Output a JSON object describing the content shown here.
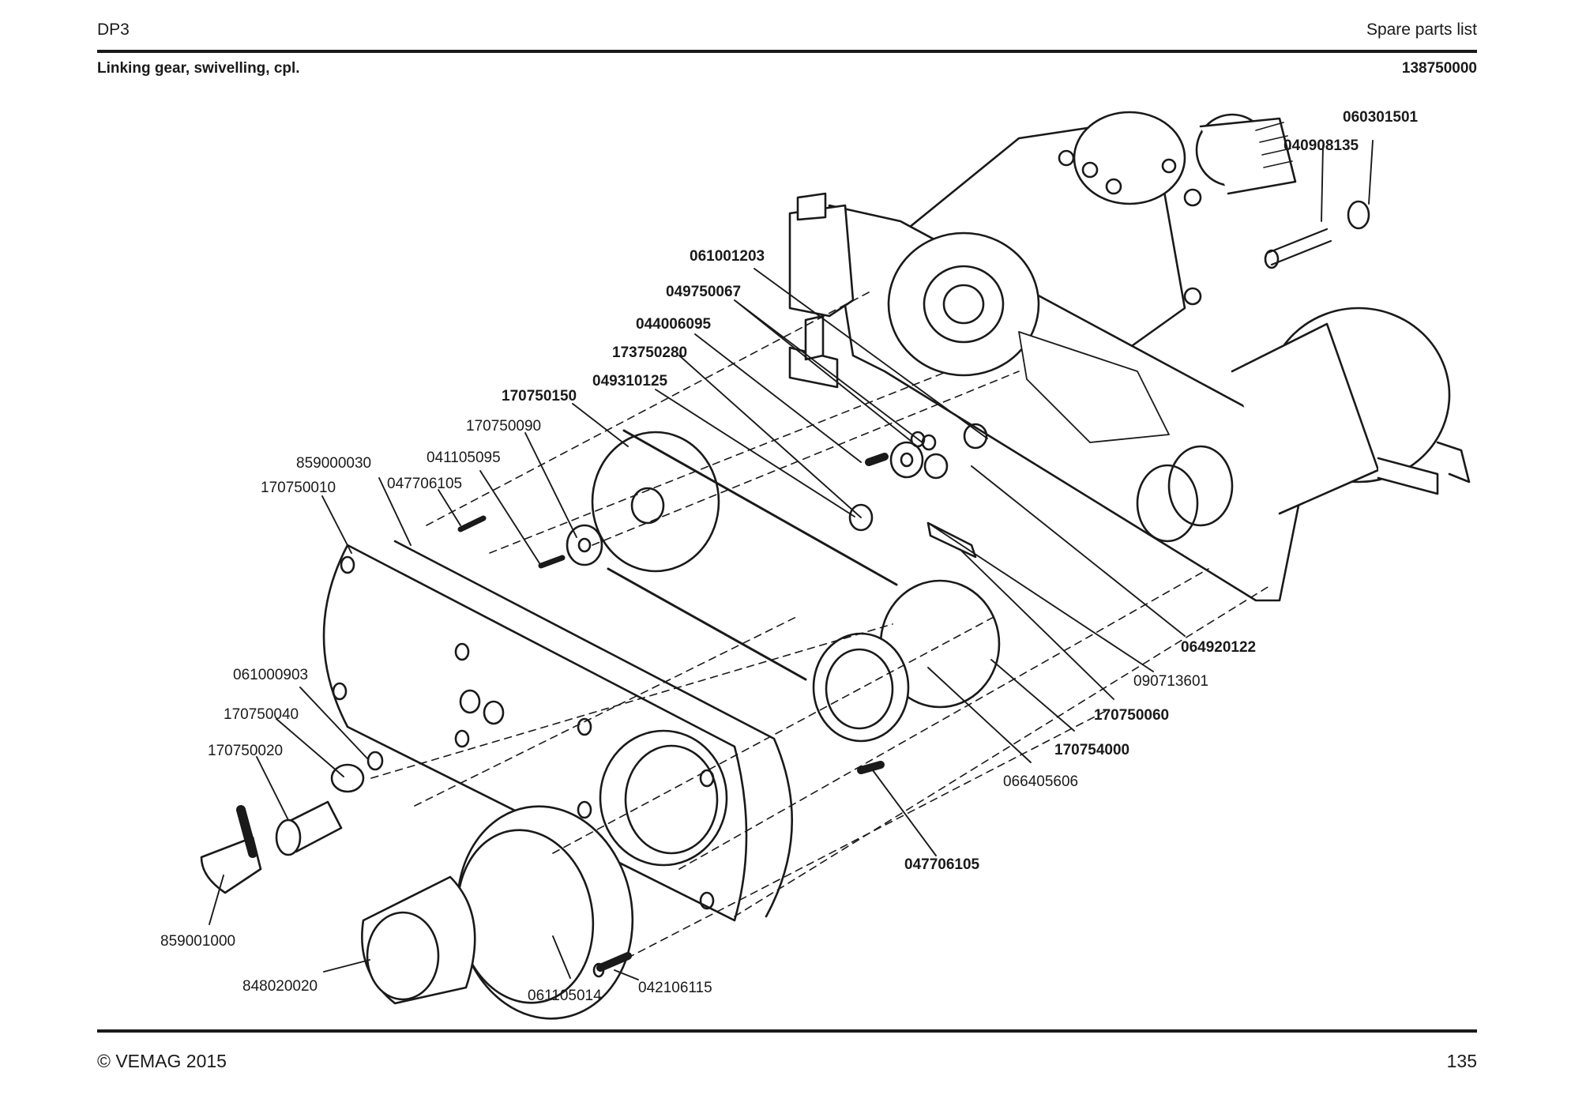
{
  "header": {
    "model": "DP3",
    "doc_type": "Spare parts list"
  },
  "subheader": {
    "assembly_name": "Linking gear, swivelling, cpl.",
    "assembly_number": "138750000"
  },
  "footer": {
    "copyright": "© VEMAG 2015",
    "page_number": "135"
  },
  "callouts": [
    "060301501",
    "040908135",
    "061001203",
    "049750067",
    "044006095",
    "173750280",
    "049310125",
    "170750150",
    "170750090",
    "859000030",
    "041105095",
    "170750010",
    "047706105",
    "064920122",
    "090713601",
    "170750060",
    "170754000",
    "066405606",
    "047706105",
    "061000903",
    "170750040",
    "170750020",
    "859001000",
    "848020020",
    "061105014",
    "042106115"
  ]
}
